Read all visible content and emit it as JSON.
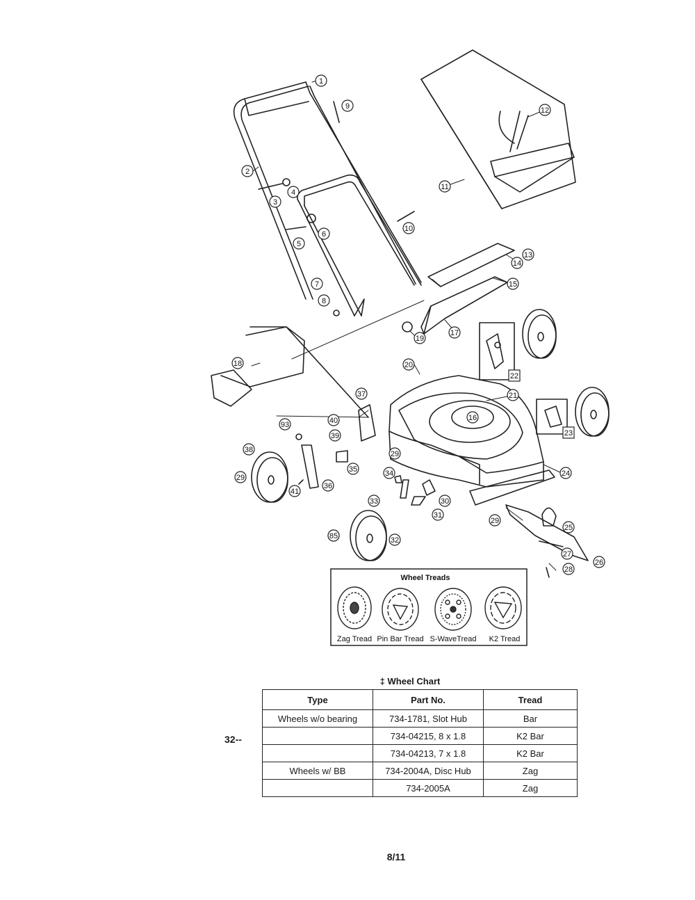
{
  "callouts": [
    "1",
    "2",
    "3",
    "4",
    "5",
    "6",
    "7",
    "8",
    "9",
    "10",
    "11",
    "12",
    "13",
    "14",
    "15",
    "16",
    "17",
    "18",
    "19",
    "20",
    "21",
    "22",
    "23",
    "24",
    "25",
    "26",
    "27",
    "28",
    "29",
    "29",
    "29",
    "29",
    "30",
    "31",
    "32",
    "33",
    "34",
    "35",
    "36",
    "37",
    "38",
    "39",
    "40",
    "41",
    "93",
    "85",
    "28"
  ],
  "wheel_treads": {
    "title": "Wheel Treads",
    "items": [
      "Zag Tread",
      "Pin Bar Tread",
      "S-WaveTread",
      "K2 Tread"
    ]
  },
  "wheel_chart": {
    "title": "‡ Wheel Chart",
    "headers": [
      "Type",
      "Part No.",
      "Tread"
    ],
    "rows": [
      [
        "Wheels w/o bearing",
        "734-1781, Slot Hub",
        "Bar"
      ],
      [
        "",
        "734-04215, 8 x 1.8",
        "K2 Bar"
      ],
      [
        "",
        "734-04213, 7 x 1.8",
        "K2 Bar"
      ],
      [
        "Wheels w/ BB",
        "734-2004A, Disc Hub",
        "Zag"
      ],
      [
        "",
        "734-2005A",
        "Zag"
      ]
    ],
    "row_marker": "32--"
  },
  "page_number": "8/11"
}
